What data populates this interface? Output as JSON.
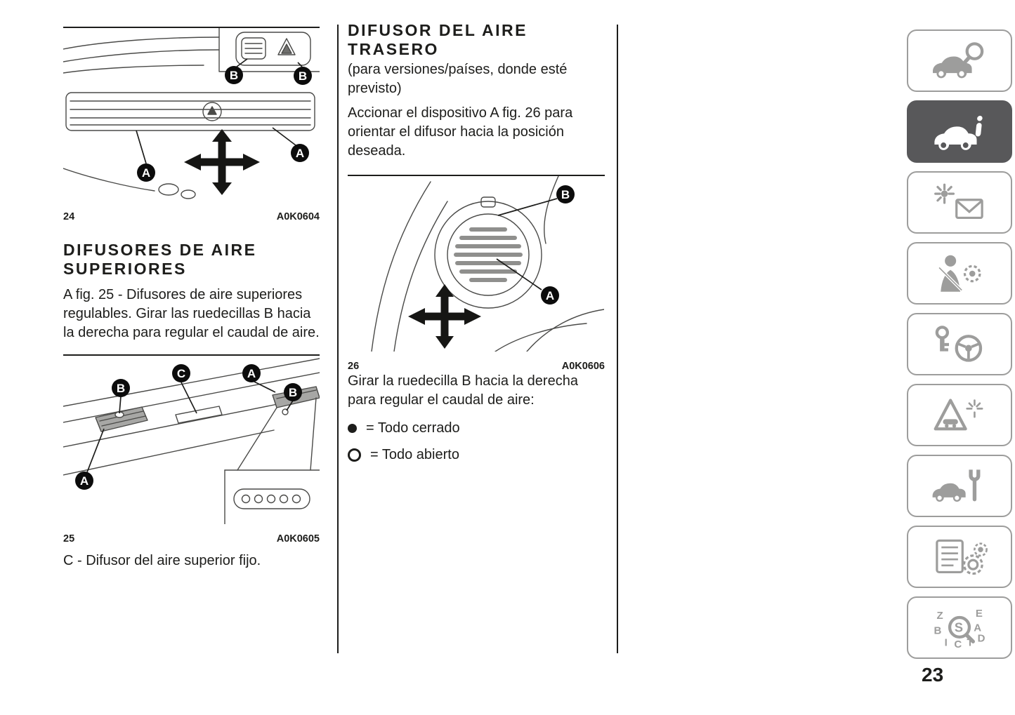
{
  "page": {
    "number": "23"
  },
  "left_column": {
    "heading": "DIFUSORES DE AIRE SUPERIORES",
    "paragraph": "A fig. 25 - Difusores de aire superiores regulables. Girar las ruedecillas B hacia la derecha para regular el caudal de aire.",
    "note": "C - Difusor del aire superior fijo."
  },
  "middle_column": {
    "heading": "DIFUSOR DEL AIRE TRASERO",
    "subnote": "(para versiones/países, donde esté previsto)",
    "paragraph1": "Accionar el dispositivo A fig. 26 para orientar el difusor hacia la posición deseada.",
    "paragraph2": "Girar la ruedecilla B hacia la derecha para regular el caudal de aire:",
    "bullets": [
      {
        "symbol": "filled-circle",
        "text": "= Todo cerrado"
      },
      {
        "symbol": "open-circle",
        "text": "= Todo abierto"
      }
    ]
  },
  "figures": {
    "fig24": {
      "number": "24",
      "code": "A0K0604",
      "callouts": [
        "B",
        "B",
        "A",
        "A"
      ]
    },
    "fig25": {
      "number": "25",
      "code": "A0K0605",
      "callouts": [
        "B",
        "C",
        "A",
        "B",
        "A"
      ]
    },
    "fig26": {
      "number": "26",
      "code": "A0K0606",
      "callouts": [
        "B",
        "A"
      ]
    }
  },
  "sidebar": {
    "tabs": [
      {
        "icon": "car-knowledge-icon",
        "active": false
      },
      {
        "icon": "car-info-icon",
        "active": true
      },
      {
        "icon": "warning-lights-messages-icon",
        "active": false
      },
      {
        "icon": "safety-icon",
        "active": false
      },
      {
        "icon": "starting-driving-icon",
        "active": false
      },
      {
        "icon": "emergency-icon",
        "active": false
      },
      {
        "icon": "maintenance-care-icon",
        "active": false
      },
      {
        "icon": "technical-data-icon",
        "active": false
      },
      {
        "icon": "index-icon",
        "active": false
      }
    ],
    "index_letters": [
      "Z",
      "E",
      "B",
      "A",
      "D",
      "I",
      "C",
      "T",
      "S"
    ]
  },
  "colors": {
    "active_tab": "#58585a",
    "icon_gray": "#9d9d9c",
    "text": "#1d1d1b"
  }
}
